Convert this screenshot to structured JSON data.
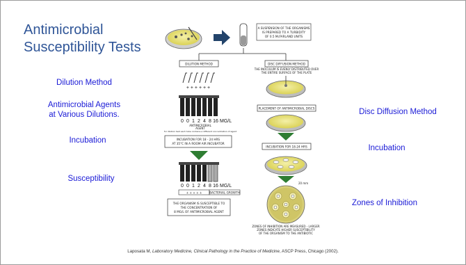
{
  "slide": {
    "title_line1": "Antimicrobial",
    "title_line2": "Susceptibility Tests"
  },
  "labels": {
    "dilution_method": "Dilution Method",
    "agents_line1": "Antimicrobial  Agents",
    "agents_line2": "at Various Dilutions.",
    "incubation_left": "Incubation",
    "susceptibility": "Susceptibility",
    "disc_diffusion": "Disc Diffusion Method",
    "incubation_right": "Incubation",
    "zones": "Zones of Inhibition"
  },
  "figure": {
    "suspension_line1": "A SUSPENSION OF THE ORGANISMS",
    "suspension_line2": "IS PREPARED TO A TURBIDITY",
    "suspension_line3": "OF 0.5 McFARLAND UNITS",
    "dilution_box": "DILUTION METHOD",
    "disc_box": "DISC DIFFUSION METHOD",
    "disc_sub1": "THE INOCULUM IS EVENLY DISTRIBUTED OVER",
    "disc_sub2": "THE ENTIRE SURFACE OF THE PLATE",
    "tube_numbers": [
      "0",
      "0",
      "1",
      "2",
      "4",
      "8",
      "16"
    ],
    "mg_label": "MG/L",
    "agent_caption1": "ANTIMICROBIAL",
    "agent_caption2": "AGENT",
    "agent_caption3": "for dilution test each tube contains a different concentration of agent",
    "incubation_box1": "INCUBATION FOR 18 - 24 HRS",
    "incubation_box2": "AT 35°C IN A ROOM AIR INCUBATOR",
    "placement_box": "PLACEMENT OF ANTIMICROBIAL DISCS",
    "incubation_right_box": "INCUBATION FOR 18-24 HRS",
    "bacterial_growth": "BACTERIAL GROWTH",
    "growth_marks": "+ + + + +",
    "conclusion1": "THE ORGANISM IS SUSCEPTIBLE TO",
    "conclusion2": "THE CONCENTRATION OF",
    "conclusion3": "8 MG/L OF ANTIMICROBIAL AGENT",
    "zone_mm": "20 mm",
    "zones_caption1": "ZONES OF INHIBITION ARE MEASURED - LARGER",
    "zones_caption2": "ZONES INDICATE HIGHER SUSCEPTIBILITY",
    "zones_caption3": "OF THE ORGANISM TO THE ANTIBIOTIC",
    "dots": "+ + + + + +"
  },
  "citation": {
    "prefix": "Laposata M, ",
    "italic": "Laboratory Medicine, Clinical Pathology in the Practice of Medicine",
    "suffix": ", ASCP Press, Chicago (2002)."
  },
  "colors": {
    "title": "#2f5597",
    "labels": "#1a1ad6",
    "arrow": "#2e7d32",
    "agar": "#e8e27a"
  }
}
